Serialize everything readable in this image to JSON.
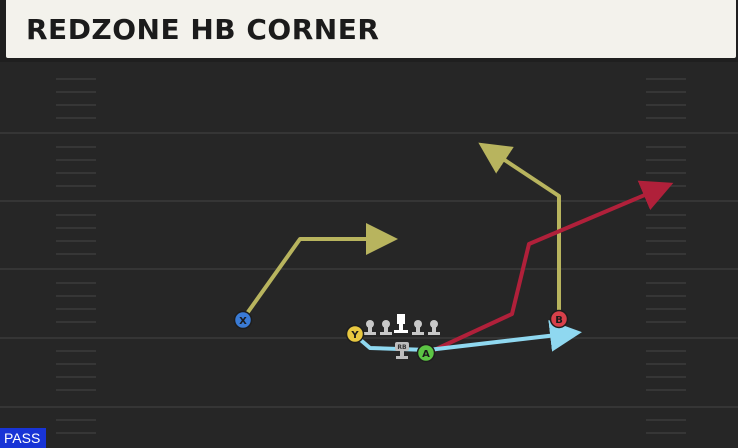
{
  "play": {
    "title": "REDZONE HB CORNER",
    "type": "PASS"
  },
  "players": {
    "rb_label": "RB",
    "receivers": [
      {
        "button": "X",
        "color": "#3a7bd5"
      },
      {
        "button": "Y",
        "color": "#e8c840"
      },
      {
        "button": "A",
        "color": "#5cc444"
      },
      {
        "button": "B",
        "color": "#d8404a"
      }
    ]
  },
  "routes": {
    "colors": {
      "X": "#b8b45e",
      "B_vertical": "#b8b45e",
      "A": "#b0203a",
      "Y": "#8fd8f0"
    }
  }
}
